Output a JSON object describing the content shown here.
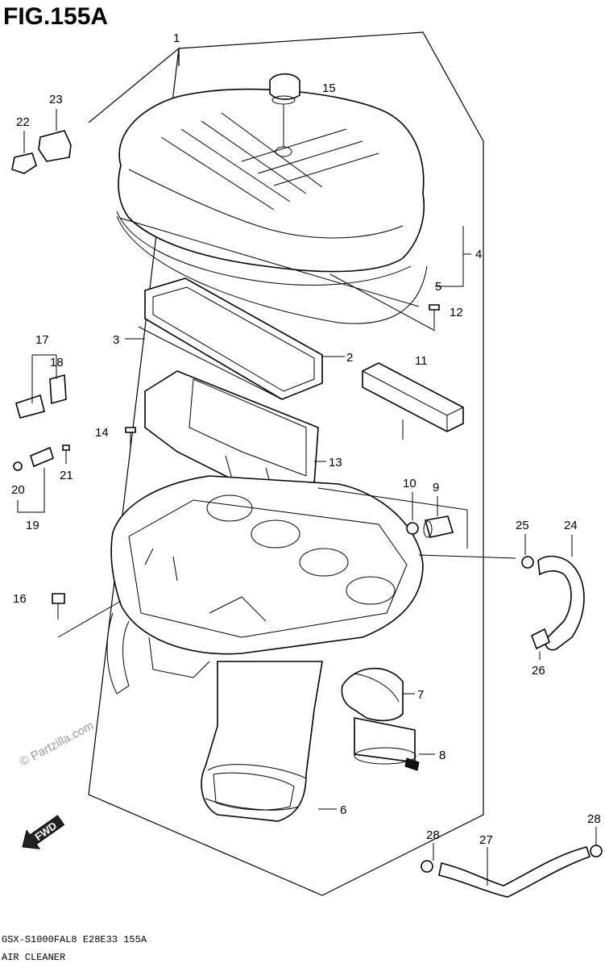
{
  "figure": {
    "title": "FIG.155A"
  },
  "callouts": [
    {
      "id": "c1",
      "label": "1"
    },
    {
      "id": "c2",
      "label": "2"
    },
    {
      "id": "c3",
      "label": "3"
    },
    {
      "id": "c4",
      "label": "4"
    },
    {
      "id": "c5",
      "label": "5"
    },
    {
      "id": "c6",
      "label": "6"
    },
    {
      "id": "c7",
      "label": "7"
    },
    {
      "id": "c8",
      "label": "8"
    },
    {
      "id": "c9",
      "label": "9"
    },
    {
      "id": "c10",
      "label": "10"
    },
    {
      "id": "c11",
      "label": "11"
    },
    {
      "id": "c12",
      "label": "12"
    },
    {
      "id": "c13",
      "label": "13"
    },
    {
      "id": "c14",
      "label": "14"
    },
    {
      "id": "c15",
      "label": "15"
    },
    {
      "id": "c16",
      "label": "16"
    },
    {
      "id": "c17",
      "label": "17"
    },
    {
      "id": "c18",
      "label": "18"
    },
    {
      "id": "c19",
      "label": "19"
    },
    {
      "id": "c20",
      "label": "20"
    },
    {
      "id": "c21",
      "label": "21"
    },
    {
      "id": "c22",
      "label": "22"
    },
    {
      "id": "c23",
      "label": "23"
    },
    {
      "id": "c24",
      "label": "24"
    },
    {
      "id": "c25",
      "label": "25"
    },
    {
      "id": "c26",
      "label": "26"
    },
    {
      "id": "c27",
      "label": "27"
    },
    {
      "id": "c28a",
      "label": "28"
    },
    {
      "id": "c28b",
      "label": "28"
    }
  ],
  "watermark": "© Partzilla.com",
  "direction_badge": "FWD",
  "footer": {
    "model_code": "GSX-S1000FAL8  E28E33  155A",
    "section_name": "AIR CLEANER"
  }
}
